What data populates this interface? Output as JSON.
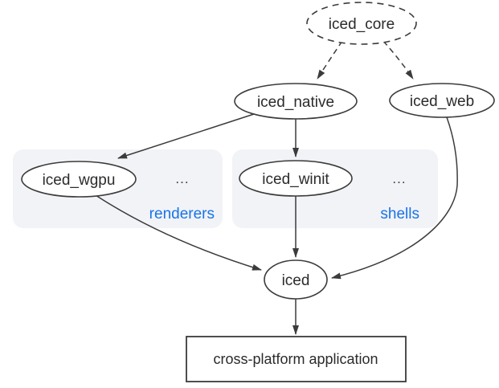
{
  "diagram": {
    "kind": "dependency-graph",
    "subject": "iced ecosystem",
    "nodes": {
      "iced_core": {
        "label": "iced_core",
        "shape": "ellipse",
        "border": "dashed"
      },
      "iced_native": {
        "label": "iced_native",
        "shape": "ellipse",
        "border": "solid"
      },
      "iced_web": {
        "label": "iced_web",
        "shape": "ellipse",
        "border": "solid"
      },
      "iced_wgpu": {
        "label": "iced_wgpu",
        "shape": "ellipse",
        "border": "solid"
      },
      "iced_winit": {
        "label": "iced_winit",
        "shape": "ellipse",
        "border": "solid"
      },
      "iced": {
        "label": "iced",
        "shape": "ellipse",
        "border": "solid"
      },
      "application": {
        "label": "cross-platform application",
        "shape": "rect",
        "border": "solid"
      }
    },
    "groups": {
      "renderers": {
        "label": "renderers",
        "ellipsis": "...",
        "members": [
          "iced_wgpu"
        ]
      },
      "shells": {
        "label": "shells",
        "ellipsis": "...",
        "members": [
          "iced_winit"
        ]
      }
    },
    "edges": [
      {
        "from": "iced_core",
        "to": "iced_native",
        "style": "dashed"
      },
      {
        "from": "iced_core",
        "to": "iced_web",
        "style": "dashed"
      },
      {
        "from": "iced_native",
        "to": "iced_wgpu",
        "style": "solid"
      },
      {
        "from": "iced_native",
        "to": "iced_winit",
        "style": "solid"
      },
      {
        "from": "iced_wgpu",
        "to": "iced",
        "style": "solid"
      },
      {
        "from": "iced_winit",
        "to": "iced",
        "style": "solid"
      },
      {
        "from": "iced_web",
        "to": "iced",
        "style": "solid"
      },
      {
        "from": "iced",
        "to": "application",
        "style": "solid"
      }
    ],
    "colors": {
      "accent_blue": "#1a73e8",
      "stroke": "#3b3b3b",
      "text": "#2b2b2b",
      "group_fill": "#f1f3f6",
      "background": "#ffffff"
    }
  }
}
